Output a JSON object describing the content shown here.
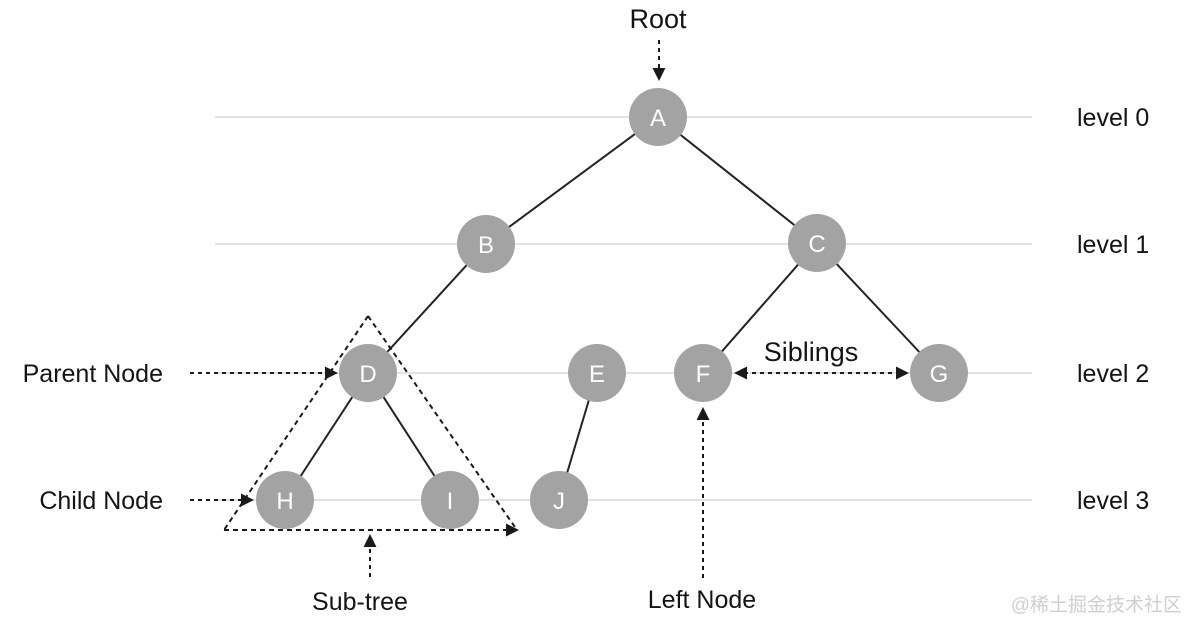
{
  "diagram": {
    "type": "binary-tree-structure-diagram",
    "nodes": [
      {
        "label": "A",
        "level": 0
      },
      {
        "label": "B",
        "level": 1
      },
      {
        "label": "C",
        "level": 1
      },
      {
        "label": "D",
        "level": 2
      },
      {
        "label": "E",
        "level": 2
      },
      {
        "label": "F",
        "level": 2
      },
      {
        "label": "G",
        "level": 2
      },
      {
        "label": "H",
        "level": 3
      },
      {
        "label": "I",
        "level": 3
      },
      {
        "label": "J",
        "level": 3
      }
    ],
    "edges": [
      [
        "A",
        "B"
      ],
      [
        "A",
        "C"
      ],
      [
        "B",
        "D"
      ],
      [
        "C",
        "F"
      ],
      [
        "C",
        "G"
      ],
      [
        "D",
        "H"
      ],
      [
        "D",
        "I"
      ],
      [
        "E",
        "J"
      ]
    ],
    "levels": [
      "level 0",
      "level 1",
      "level 2",
      "level 3"
    ],
    "annotations": {
      "root": "Root",
      "parent_node": "Parent Node",
      "child_node": "Child Node",
      "siblings": "Siblings",
      "left_node": "Left Node",
      "sub_tree": "Sub-tree"
    },
    "watermark": "@稀土掘金技术社区",
    "colors": {
      "node_fill": "#a3a3a3",
      "node_text": "#ffffff",
      "edge": "#232323",
      "annotation": "#1a1a1a",
      "level_line": "#d8d8d8",
      "watermark": "#cfcfcf",
      "background": "#ffffff"
    }
  }
}
